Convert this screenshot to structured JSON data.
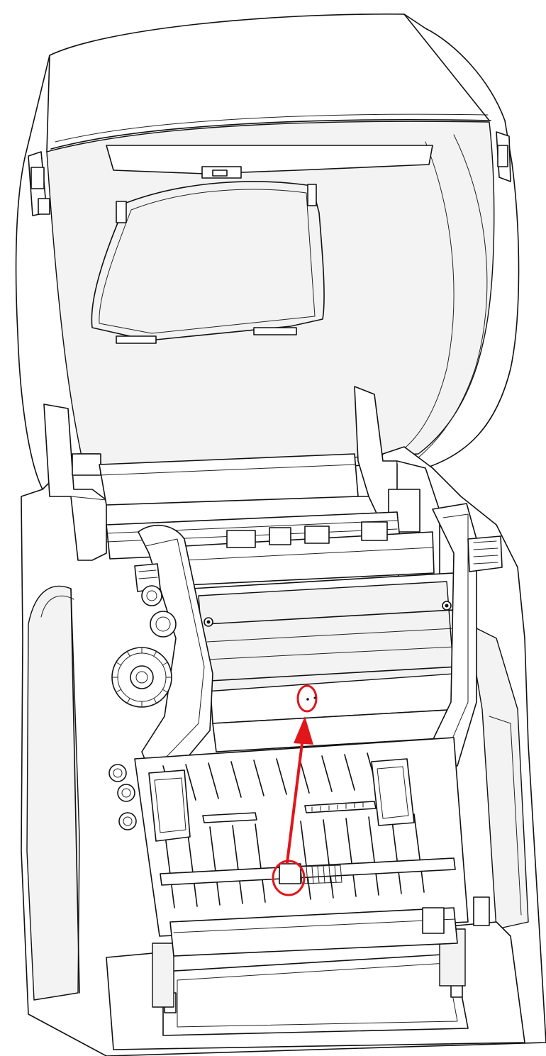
{
  "diagram": {
    "subject": "thermal-transfer-label-printer-open",
    "colors": {
      "line": "#111111",
      "paper": "#ffffff",
      "highlight": "#e0161b"
    },
    "callouts": [
      {
        "name": "print-head-sensor-marker",
        "shape": "circle"
      },
      {
        "name": "media-sensor-marker",
        "shape": "circle"
      }
    ],
    "arrow": {
      "from": "media-sensor-marker",
      "to": "print-head-sensor-marker"
    }
  }
}
